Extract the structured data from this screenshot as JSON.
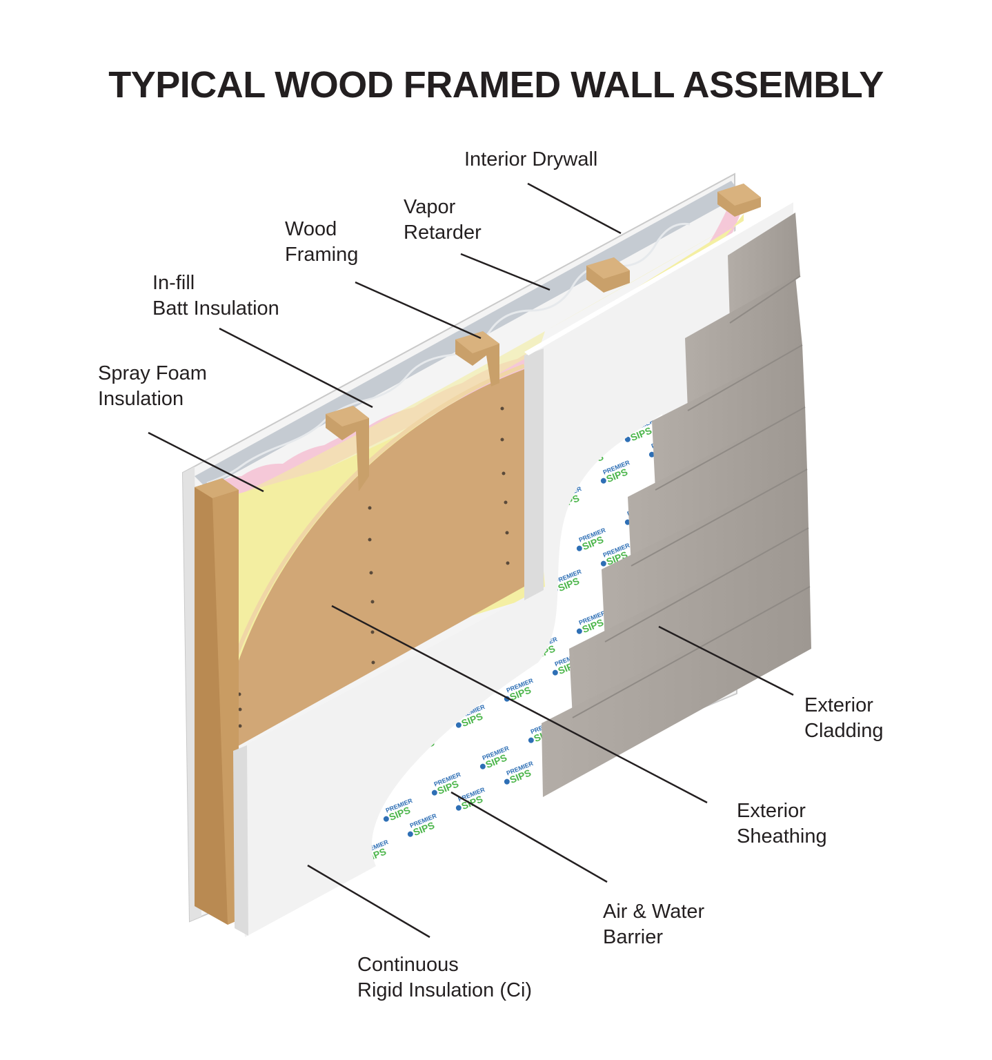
{
  "title": "TYPICAL WOOD FRAMED WALL ASSEMBLY",
  "labels": {
    "interior_drywall": [
      "Interior Drywall"
    ],
    "vapor_retarder": [
      "Vapor",
      "Retarder"
    ],
    "wood_framing": [
      "Wood",
      "Framing"
    ],
    "infill_batt": [
      "In-fill",
      "Batt Insulation"
    ],
    "spray_foam": [
      "Spray Foam",
      "Insulation"
    ],
    "exterior_cladding": [
      "Exterior",
      "Cladding"
    ],
    "exterior_sheathing": [
      "Exterior",
      "Sheathing"
    ],
    "air_water_barrier": [
      "Air & Water",
      "Barrier"
    ],
    "continuous_rigid": [
      "Continuous",
      "Rigid Insulation (Ci)"
    ]
  },
  "barrier_print": {
    "top": "PREMIER",
    "bottom": "SIPS"
  },
  "colors": {
    "drywall": "#eeeeee",
    "vapor": "#c8cdd3",
    "batt_pink": "#f6c9d9",
    "spray_foam": "#f3eea0",
    "wood_stud": "#c9a06a",
    "stud_side": "#b98a52",
    "sheathing": "#d2a877",
    "rigid_insulation": "#f2f2f2",
    "cladding": "#a9a39d",
    "barrier_green": "#4bb54a",
    "barrier_blue": "#2e6fb5",
    "leader": "#231f20"
  }
}
